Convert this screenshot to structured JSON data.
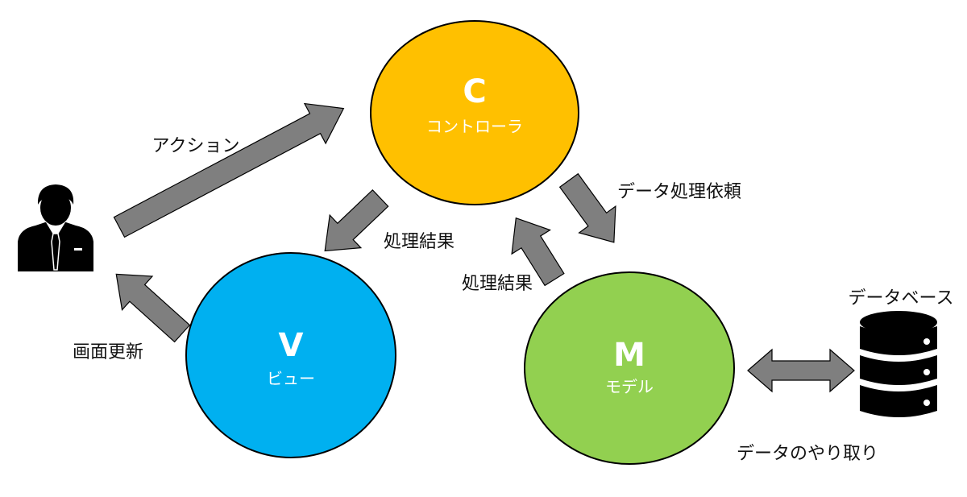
{
  "nodes": {
    "controller": {
      "letter": "C",
      "label": "コントローラ",
      "color": "#FFC000"
    },
    "view": {
      "letter": "V",
      "label": "ビュー",
      "color": "#00B0F0"
    },
    "model": {
      "letter": "M",
      "label": "モデル",
      "color": "#92D050"
    }
  },
  "edges": {
    "action": "アクション",
    "view_result": "処理結果",
    "model_result": "処理結果",
    "data_request": "データ処理依頼",
    "screen_update": "画面更新",
    "data_exchange": "データのやり取り"
  },
  "database": {
    "label": "データベース"
  },
  "icons": [
    "user-icon",
    "database-icon"
  ],
  "arrow_color": "#7F7F7F"
}
